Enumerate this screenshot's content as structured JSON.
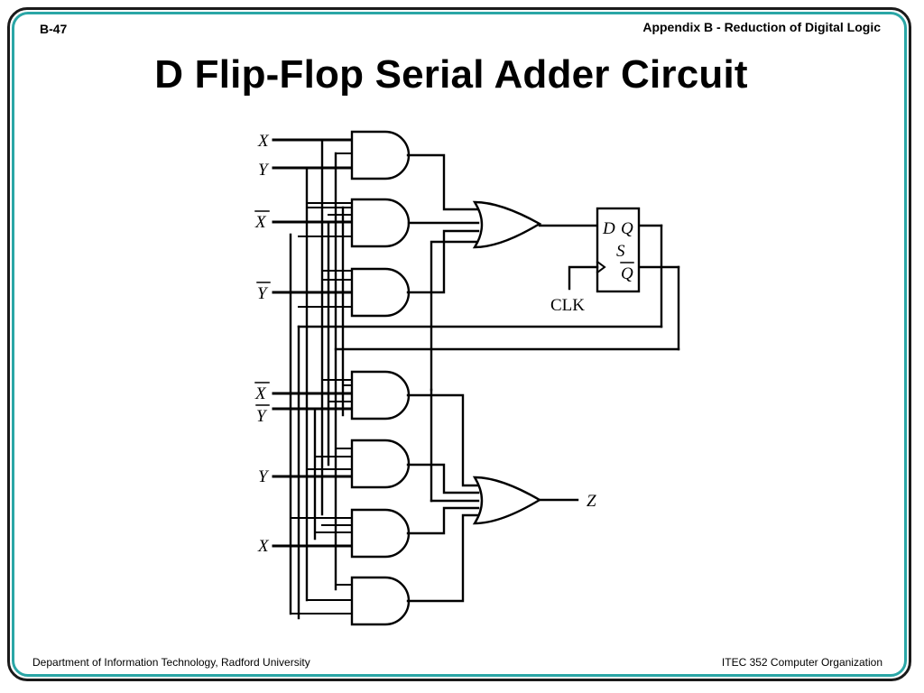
{
  "header": {
    "slide_number": "B-47",
    "section": "Appendix B - Reduction of Digital Logic"
  },
  "title": "D Flip-Flop Serial Adder Circuit",
  "footer": {
    "left": "Department of Information Technology, Radford University",
    "right": "ITEC 352 Computer Organization"
  },
  "diagram": {
    "inputs_top": [
      "X",
      "Y",
      "X",
      "Y"
    ],
    "inputs_bottom": [
      "X",
      "Y",
      "Y",
      "X"
    ],
    "flip_flop": {
      "d": "D",
      "q": "Q",
      "s": "S",
      "q_bar": "Q"
    },
    "clock": "CLK",
    "output": "Z"
  }
}
